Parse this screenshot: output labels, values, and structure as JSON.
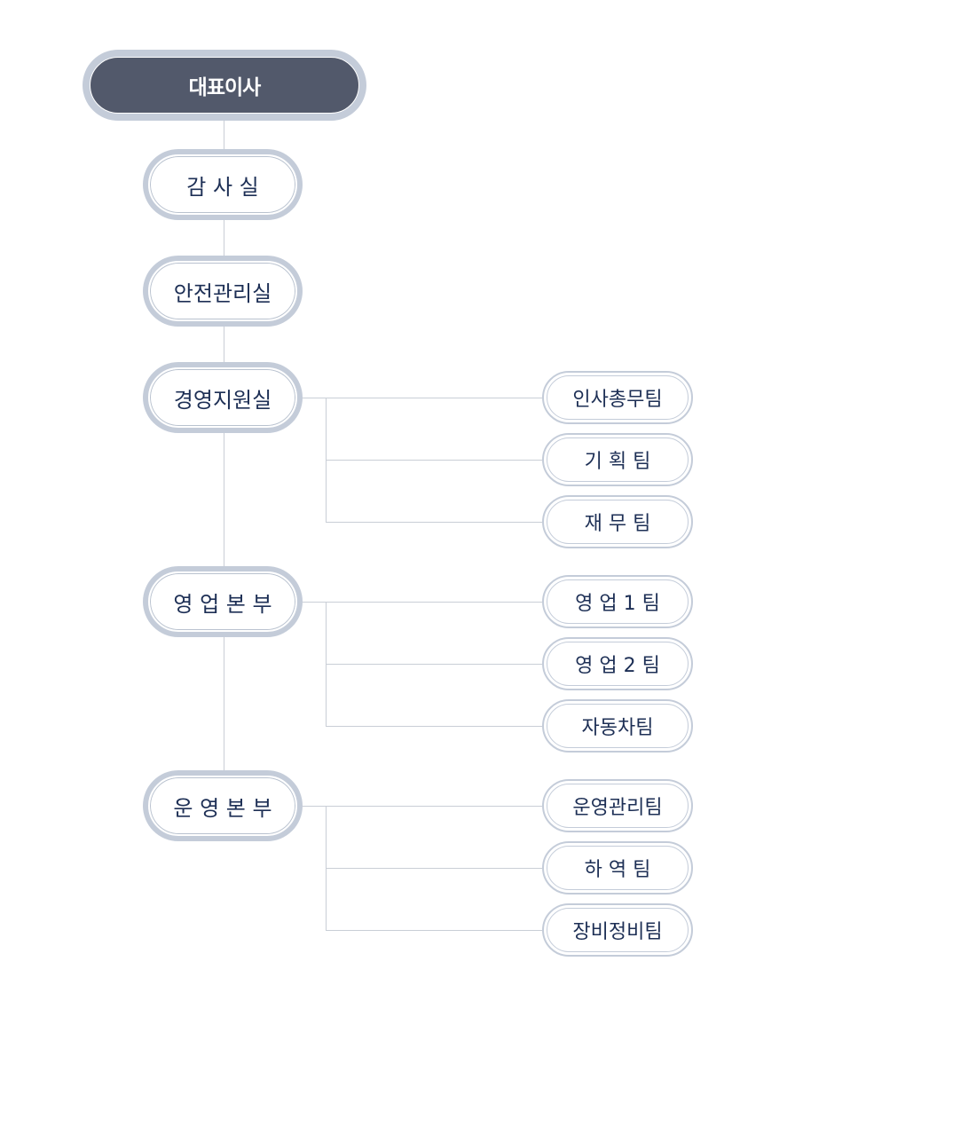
{
  "org_chart": {
    "root": {
      "label": "대표이사"
    },
    "departments": [
      {
        "label": "감 사 실",
        "teams": []
      },
      {
        "label": "안전관리실",
        "teams": []
      },
      {
        "label": "경영지원실",
        "teams": [
          "인사총무팀",
          "기 획 팀",
          "재 무 팀"
        ]
      },
      {
        "label": "영 업 본 부",
        "teams": [
          "영 업 1 팀",
          "영 업 2 팀",
          "자동차팀"
        ]
      },
      {
        "label": "운 영 본 부",
        "teams": [
          "운영관리팀",
          "하 역 팀",
          "장비정비팀"
        ]
      }
    ]
  },
  "colors": {
    "root_fill": "#52596b",
    "ring": "#c4ccd9",
    "text": "#1d2f55",
    "connector": "#c9ced6"
  }
}
